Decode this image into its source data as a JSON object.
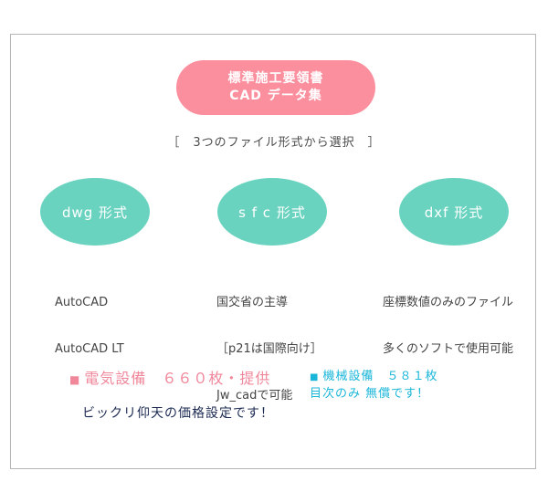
{
  "title": {
    "line1": "標準施工要領書",
    "line2": "CAD データ集"
  },
  "subtitle": "［　3つのファイル形式から選択　］",
  "formats": [
    {
      "label": "dwg 形式",
      "desc": [
        "AutoCAD",
        "AutoCAD LT"
      ]
    },
    {
      "label": "s f c 形式",
      "desc": [
        "国交省の主導",
        "［p21は国際向け］",
        "Jw_cadで可能"
      ]
    },
    {
      "label": "dxf 形式",
      "desc": [
        "座標数値のみのファイル",
        "多くのソフトで使用可能"
      ]
    }
  ],
  "electrical": {
    "marker": "■",
    "text": "電気設備　６６０枚・提供"
  },
  "mechanical": {
    "marker": "■",
    "line1": "機械設備　５８１枚",
    "line2": "目次のみ 無償です！"
  },
  "price_note": "ビックリ仰天の価格設定です！",
  "colors": {
    "pink_pill": "#fb8f9e",
    "teal_oval": "#6ad3bf",
    "red_text": "#f0879a",
    "blue_text": "#1ab6d9",
    "navy_text": "#1c2a52"
  }
}
